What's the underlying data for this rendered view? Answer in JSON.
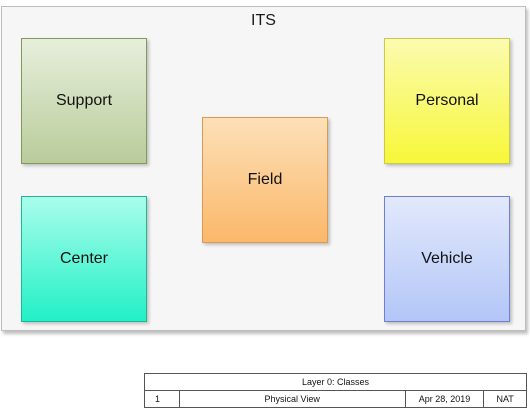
{
  "diagram": {
    "title": "ITS",
    "nodes": {
      "support": "Support",
      "personal": "Personal",
      "field": "Field",
      "center": "Center",
      "vehicle": "Vehicle"
    }
  },
  "legend": {
    "title": "Layer 0: Classes",
    "number": "1",
    "view": "Physical View",
    "date": "Apr 28, 2019",
    "code": "NAT"
  }
}
